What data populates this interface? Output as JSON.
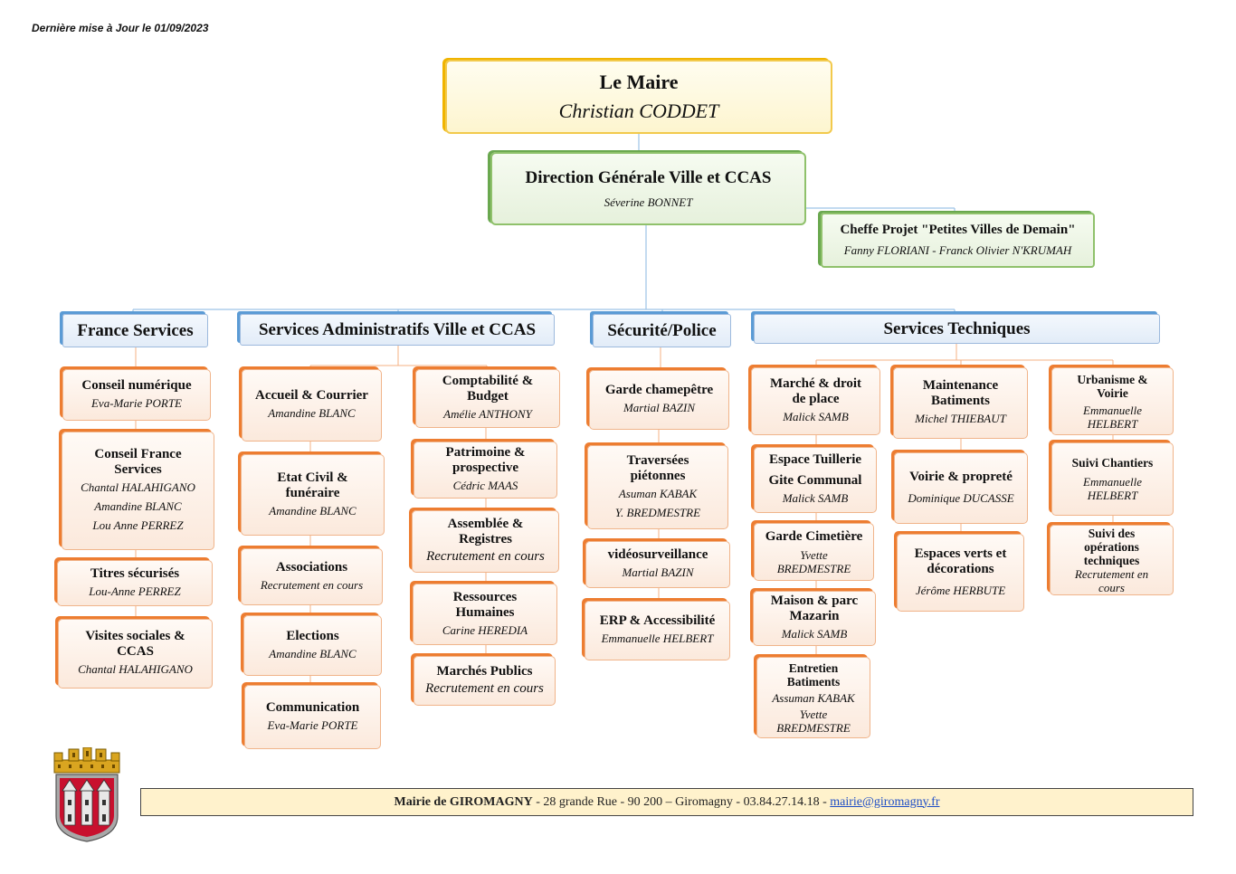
{
  "updated": "Dernière mise à Jour le 01/09/2023",
  "mayor": {
    "title": "Le Maire",
    "name": "Christian CODDET"
  },
  "direction": {
    "title": "Direction Générale Ville et CCAS",
    "name": "Séverine BONNET"
  },
  "project": {
    "title": "Cheffe Projet \"Petites Villes de Demain\"",
    "name": "Fanny FLORIANI - Franck Olivier N'KRUMAH"
  },
  "departments": {
    "france_services": "France Services",
    "admin": "Services Administratifs Ville et CCAS",
    "security": "Sécurité/Police",
    "technical": "Services Techniques"
  },
  "units": {
    "conseil_numerique": {
      "title": "Conseil numérique",
      "names": [
        "Eva-Marie PORTE"
      ]
    },
    "conseil_fs": {
      "title": "Conseil  France Services",
      "names": [
        "Chantal HALAHIGANO",
        "Amandine BLANC",
        "Lou Anne PERREZ"
      ]
    },
    "titres": {
      "title": "Titres sécurisés",
      "names": [
        "Lou-Anne PERREZ"
      ]
    },
    "visites": {
      "title": "Visites sociales & CCAS",
      "names": [
        "Chantal HALAHIGANO"
      ]
    },
    "accueil": {
      "title": "Accueil & Courrier",
      "names": [
        "Amandine BLANC"
      ]
    },
    "etat_civil": {
      "title": "Etat Civil  & funéraire",
      "names": [
        "Amandine BLANC"
      ]
    },
    "associations": {
      "title": "Associations",
      "names": [
        "Recrutement en cours"
      ]
    },
    "elections": {
      "title": "Elections",
      "names": [
        "Amandine BLANC"
      ]
    },
    "communication": {
      "title": "Communication",
      "names": [
        "Eva-Marie PORTE"
      ]
    },
    "compta": {
      "title": "Comptabilité & Budget",
      "names": [
        "Amélie ANTHONY"
      ]
    },
    "patrimoine": {
      "title": "Patrimoine & prospective",
      "names": [
        "Cédric MAAS"
      ]
    },
    "assemblee": {
      "title": "Assemblée & Registres",
      "names": [
        "Recrutement en cours"
      ]
    },
    "rh": {
      "title": "Ressources Humaines",
      "names": [
        "Carine HEREDIA"
      ]
    },
    "marches_publics": {
      "title": "Marchés Publics",
      "names": [
        "Recrutement en cours"
      ]
    },
    "garde_champetre": {
      "title": "Garde chamepêtre",
      "names": [
        "Martial BAZIN"
      ]
    },
    "traversees": {
      "title": "Traversées piétonnes",
      "names": [
        "Asuman KABAK",
        "Y. BREDMESTRE"
      ]
    },
    "video": {
      "title": "vidéosurveillance",
      "names": [
        "Martial BAZIN"
      ]
    },
    "erp": {
      "title": "ERP & Accessibilité",
      "names": [
        "Emmanuelle HELBERT"
      ]
    },
    "marche_droit": {
      "title": "Marché & droit de place",
      "names": [
        "Malick SAMB"
      ]
    },
    "espace_tuillerie": {
      "title": "Espace Tuillerie",
      "title2": "Gite Communal",
      "names": [
        "Malick SAMB"
      ]
    },
    "garde_cimetiere": {
      "title": "Garde Cimetière",
      "names": [
        "Yvette BREDMESTRE"
      ]
    },
    "maison_parc": {
      "title": "Maison & parc Mazarin",
      "names": [
        "Malick SAMB"
      ]
    },
    "entretien": {
      "title": "Entretien Batiments",
      "names": [
        "Assuman KABAK",
        "Yvette BREDMESTRE"
      ]
    },
    "maintenance": {
      "title": "Maintenance Batiments",
      "names": [
        "Michel THIEBAUT"
      ]
    },
    "voirie": {
      "title": "Voirie & propreté",
      "names": [
        "Dominique DUCASSE"
      ]
    },
    "espaces_verts": {
      "title": "Espaces verts et décorations",
      "names": [
        "Jérôme HERBUTE"
      ]
    },
    "urbanisme": {
      "title": "Urbanisme & Voirie",
      "names": [
        "Emmanuelle HELBERT"
      ]
    },
    "suivi_chantiers": {
      "title": "Suivi Chantiers",
      "names": [
        "Emmanuelle HELBERT"
      ]
    },
    "suivi_operations": {
      "title": "Suivi des opérations techniques",
      "names": [
        "Recrutement en cours"
      ]
    }
  },
  "footer": {
    "org": "Mairie de GIROMAGNY",
    "address": " - 28 grande Rue - 90 200 – Giromagny - 03.84.27.14.18 - ",
    "email": "mairie@giromagny.fr"
  },
  "colors": {
    "mayor_border": "#f0b400",
    "direction_border": "#6aa84f",
    "department_border": "#5b9bd5",
    "unit_border": "#ed7d31",
    "footer_bg": "#fff2cc"
  }
}
